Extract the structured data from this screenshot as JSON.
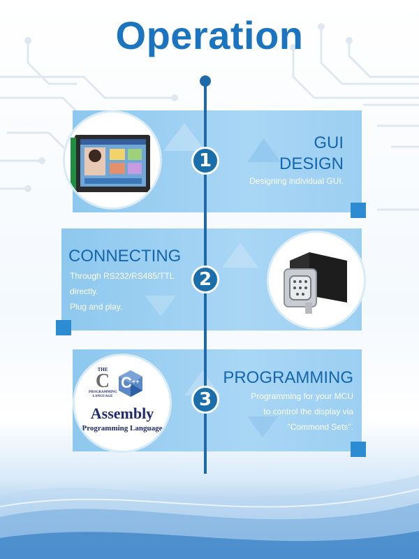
{
  "title": "Operation",
  "steps": [
    {
      "number": "1",
      "heading_line1": "GUI",
      "heading_line2": "DESIGN",
      "desc_lines": [
        "Designing individual GUI."
      ],
      "image": "touch-display-module-photo"
    },
    {
      "number": "2",
      "heading_line1": "CONNECTING",
      "desc_lines": [
        "Through RS232/RS485/TTL",
        "directly.",
        "Plug and play."
      ],
      "image": "serial-connector-photo"
    },
    {
      "number": "3",
      "heading_line1": "PROGRAMMING",
      "desc_lines": [
        "Programming for your MCU",
        "to control the display via",
        "\"Commond Sets\"."
      ],
      "image": "programming-languages-logos"
    }
  ],
  "logos": {
    "c_the": "THE",
    "c_letter": "C",
    "c_name_line1": "PROGRAMMING",
    "c_name_line2": "LANGUAGE",
    "cpp_letter": "C",
    "cpp_plus": "++",
    "assembly": "Assembly",
    "assembly_sub": "Programming Language"
  },
  "colors": {
    "accent": "#1a74bf",
    "panel": "#a9d6f5",
    "timeline": "#1c6aa8",
    "square": "#2d8bd1"
  }
}
